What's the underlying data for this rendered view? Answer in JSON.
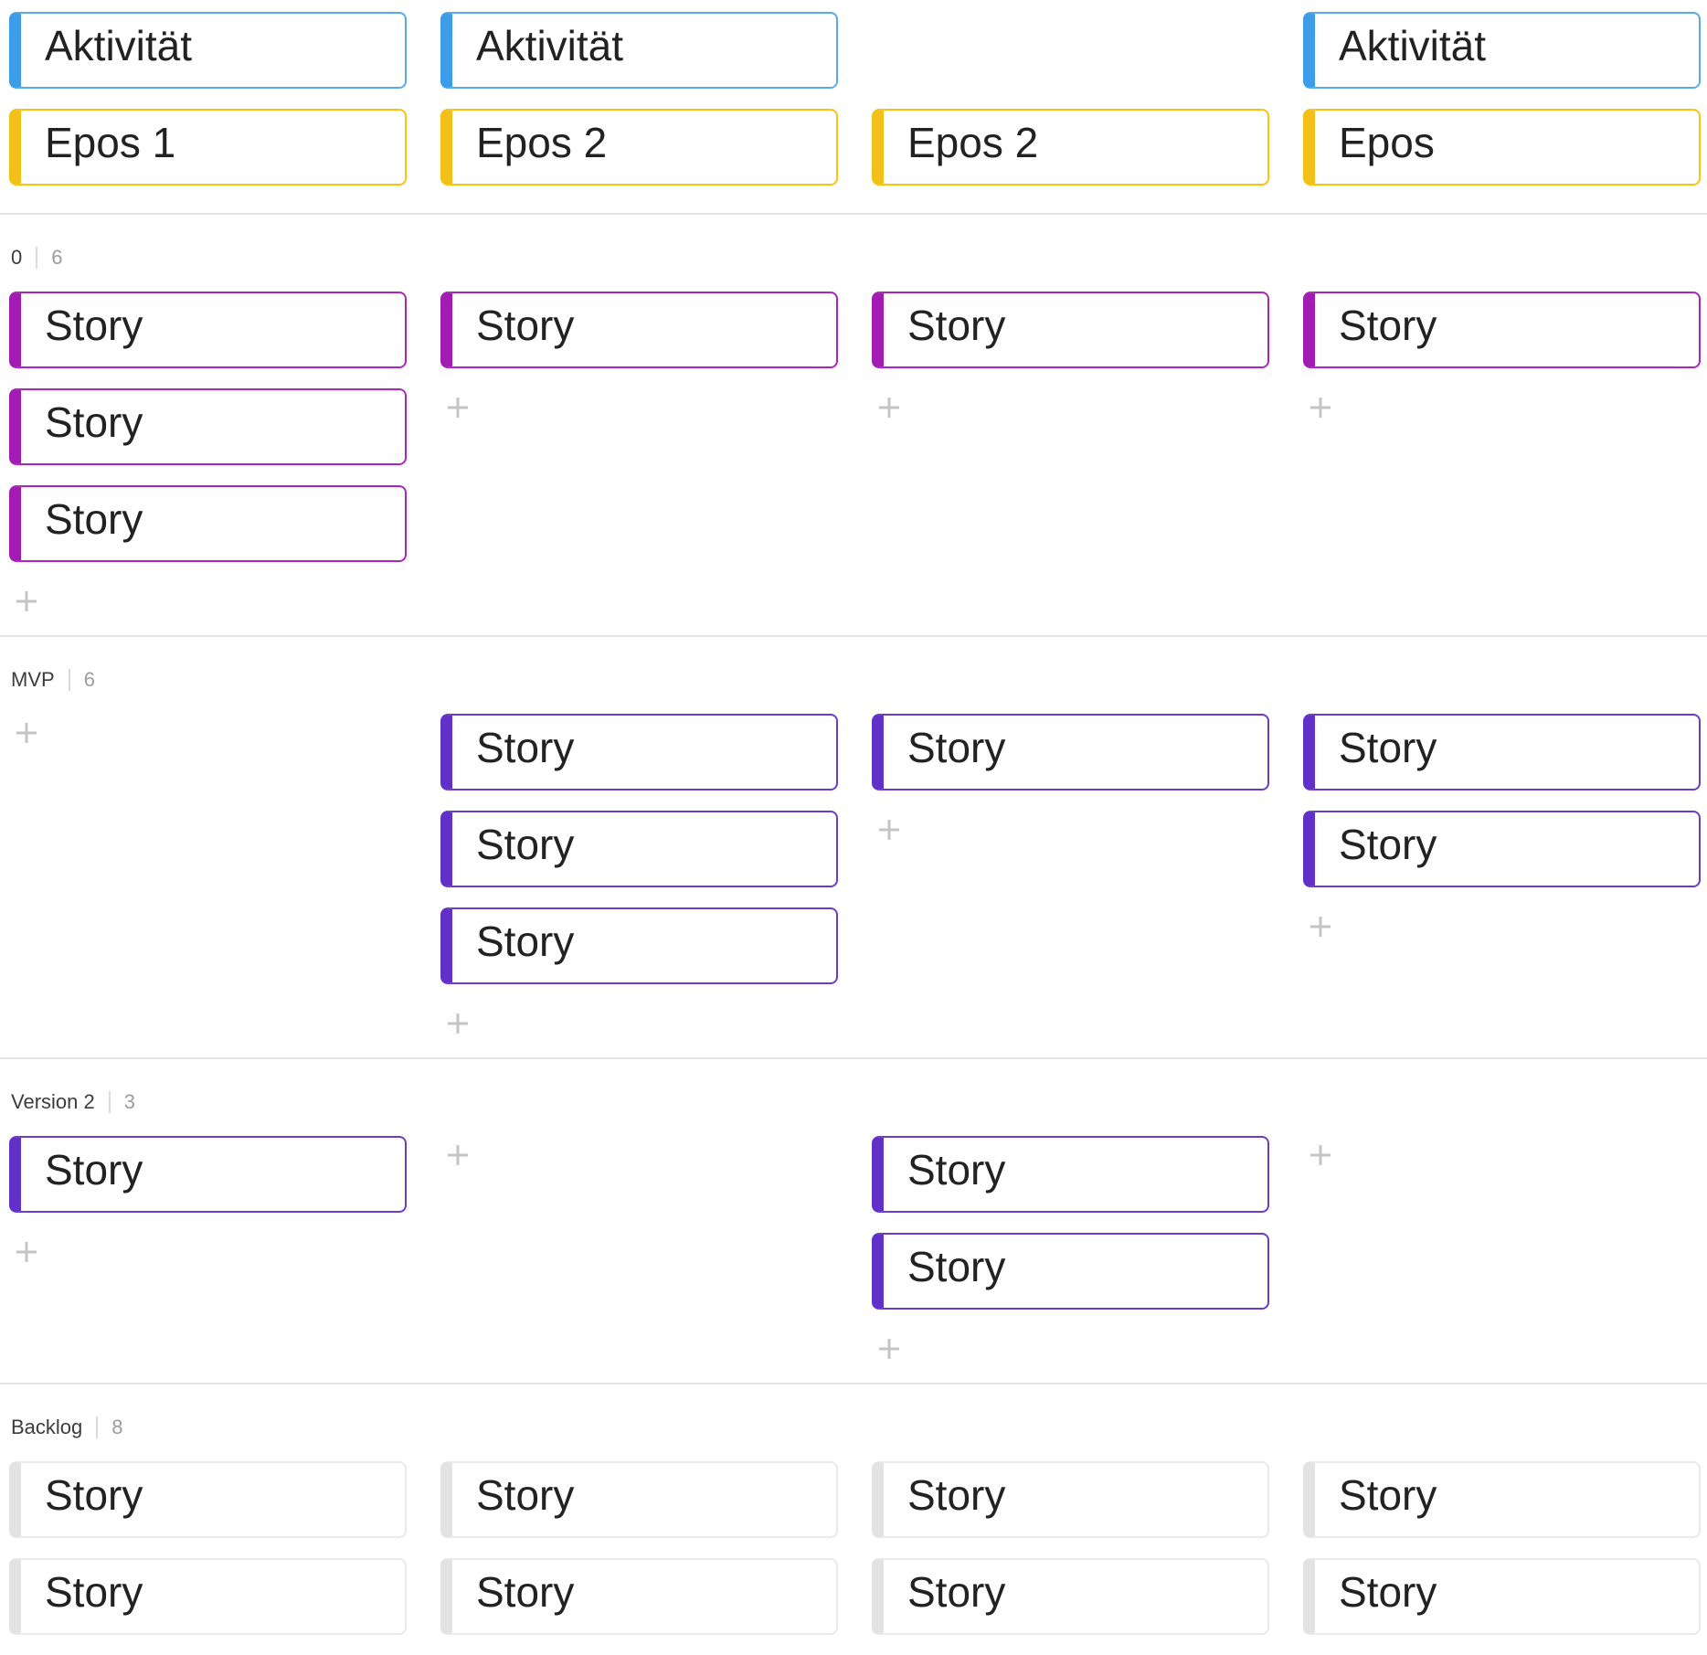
{
  "columns": [
    {
      "activity": "Aktivität",
      "epic": "Epos 1"
    },
    {
      "activity": "Aktivität",
      "epic": "Epos 2"
    },
    {
      "epic": "Epos 2"
    },
    {
      "activity": "Aktivität",
      "epic": "Epos"
    }
  ],
  "sections": [
    {
      "name": "0",
      "count": "6",
      "columns": [
        [
          "Story",
          "Story",
          "Story"
        ],
        [
          "Story"
        ],
        [
          "Story"
        ],
        [
          "Story"
        ]
      ]
    },
    {
      "name": "MVP",
      "count": "6",
      "columns": [
        [],
        [
          "Story",
          "Story",
          "Story"
        ],
        [
          "Story"
        ],
        [
          "Story",
          "Story"
        ]
      ]
    },
    {
      "name": "Version 2",
      "count": "3",
      "columns": [
        [
          "Story"
        ],
        [],
        [
          "Story",
          "Story"
        ],
        []
      ]
    },
    {
      "name": "Backlog",
      "count": "8",
      "columns": [
        [
          "Story",
          "Story"
        ],
        [
          "Story",
          "Story"
        ],
        [
          "Story",
          "Story"
        ],
        [
          "Story",
          "Story"
        ]
      ]
    }
  ],
  "icons": {
    "plus_icon": "+"
  },
  "colors": {
    "activity_blue_edge": "#3e9de9",
    "activity_blue_border": "#57a9ed",
    "epic_yellow_edge": "#f3c019",
    "epic_yellow_border": "#ffc10e",
    "story_magenta": "#a21cb4",
    "story_violet": "#6130c8",
    "backlog_gray": "#e2e2e2",
    "divider_gray": "#e5e5e5",
    "label_dark": "#3c3c3c",
    "count_gray": "#9c9c9c",
    "plus_gray": "#c4c4c4"
  }
}
